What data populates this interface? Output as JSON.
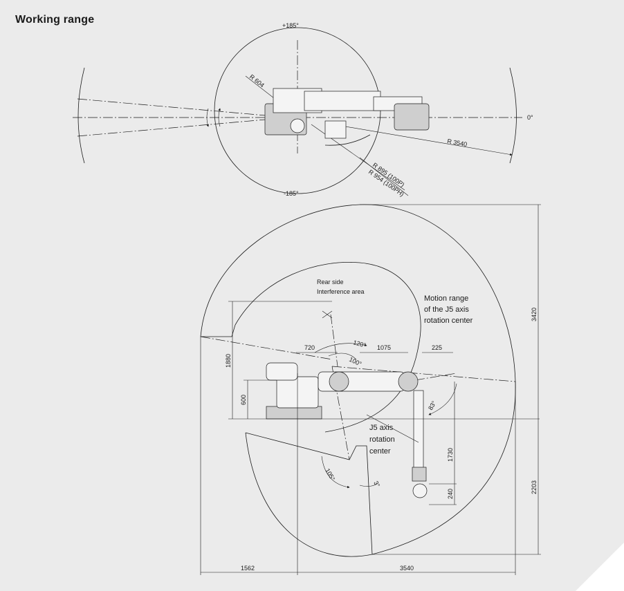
{
  "title": "Working range",
  "top_view": {
    "angle_top": "+185°",
    "angle_bottom": "-185°",
    "angle_zero": "0°",
    "radius_604": "R 604",
    "radius_3540": "R 3540",
    "radius_895": "R 895 (100P)",
    "radius_954": "R 954 (100PH)"
  },
  "side_view": {
    "rear_label_1": "Rear side",
    "rear_label_2": "Interference area",
    "j5_range_1": "Motion range",
    "j5_range_2": "of the J5 axis",
    "j5_range_3": "rotation center",
    "j5_center_1": "J5 axis",
    "j5_center_2": "rotation",
    "j5_center_3": "center",
    "dim_720": "720",
    "dim_1075": "1075",
    "dim_225": "225",
    "dim_1880": "1880",
    "dim_600": "600",
    "dim_3420": "3420",
    "dim_2203": "2203",
    "dim_1730": "1730",
    "dim_240": "240",
    "dim_1562": "1562",
    "dim_3540": "3540",
    "angle_120": "120°",
    "angle_100": "100°",
    "angle_83": "83°",
    "angle_105": "105°",
    "angle_3": "3°"
  }
}
